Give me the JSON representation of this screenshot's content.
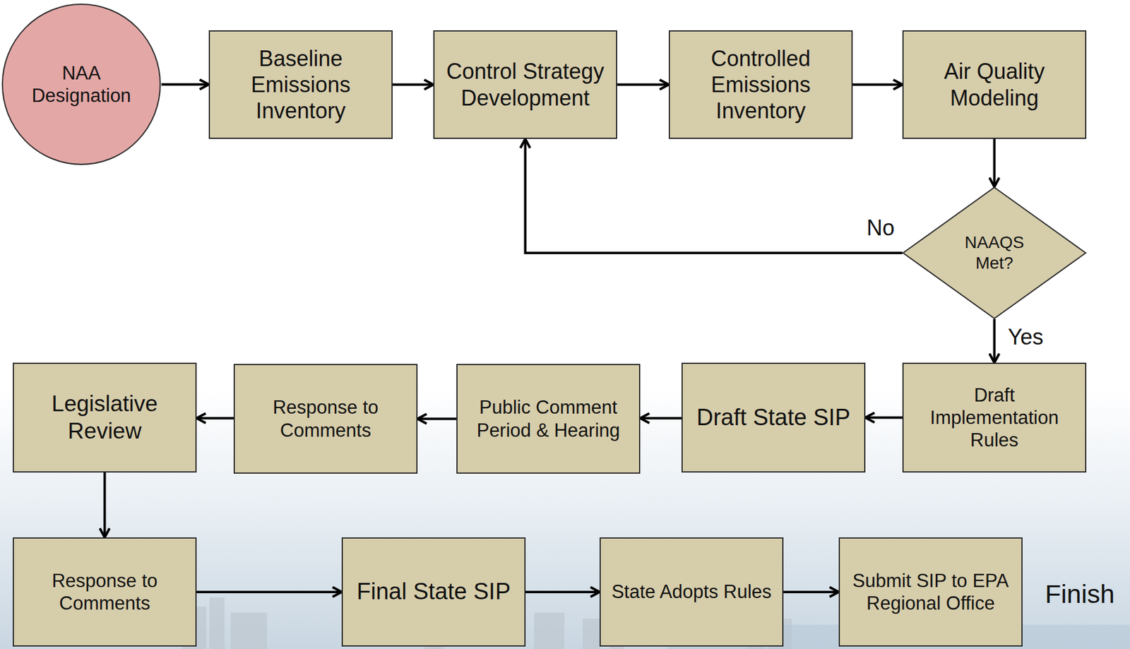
{
  "diagram": {
    "nodes": [
      {
        "text": [
          "NAA Designation"
        ]
      },
      {
        "text": [
          "Baseline Emissions Inventory"
        ]
      },
      {
        "text": [
          "Control Strategy Development"
        ]
      },
      {
        "text": [
          "Controlled Emissions Inventory"
        ]
      },
      {
        "text": [
          "Air Quality Modeling"
        ]
      },
      {
        "text": [
          "NAAQS Met?"
        ]
      },
      {
        "text": [
          "Draft Implementation Rules"
        ]
      },
      {
        "text": [
          "Draft State SIP"
        ]
      },
      {
        "text": [
          "Public Comment Period & Hearing"
        ]
      },
      {
        "text": [
          "Response to Comments"
        ]
      },
      {
        "text": [
          "Legislative Review"
        ]
      },
      {
        "text": [
          "Response to Comments"
        ]
      },
      {
        "text": [
          "Final State SIP"
        ]
      },
      {
        "text": [
          "State Adopts Rules"
        ]
      },
      {
        "text": [
          "Submit SIP to EPA Regional Office"
        ]
      }
    ],
    "edges": [
      {
        "from": 0,
        "to": 1,
        "arrow": "to"
      },
      {
        "from": 1,
        "to": 2,
        "arrow": "to"
      },
      {
        "from": 2,
        "to": 3,
        "arrow": "to"
      },
      {
        "from": 3,
        "to": 4,
        "arrow": "to"
      },
      {
        "from": 4,
        "to": 5,
        "arrow": "to"
      },
      {
        "from": 5,
        "to": 2,
        "label": "No",
        "arrow": "to"
      },
      {
        "from": 5,
        "to": 6,
        "label": "Yes",
        "arrow": "to"
      },
      {
        "from": 6,
        "to": 7,
        "arrow": "to"
      },
      {
        "from": 7,
        "to": 8,
        "arrow": "to"
      },
      {
        "from": 8,
        "to": 9,
        "arrow": "to"
      },
      {
        "from": 9,
        "to": 10,
        "arrow": "to"
      },
      {
        "from": 10,
        "to": 11,
        "arrow": "to"
      },
      {
        "from": 11,
        "to": 12,
        "arrow": "to"
      },
      {
        "from": 12,
        "to": 13,
        "arrow": "to"
      },
      {
        "from": 13,
        "to": 14,
        "arrow": "to"
      }
    ],
    "labels": [
      "Finish"
    ]
  }
}
